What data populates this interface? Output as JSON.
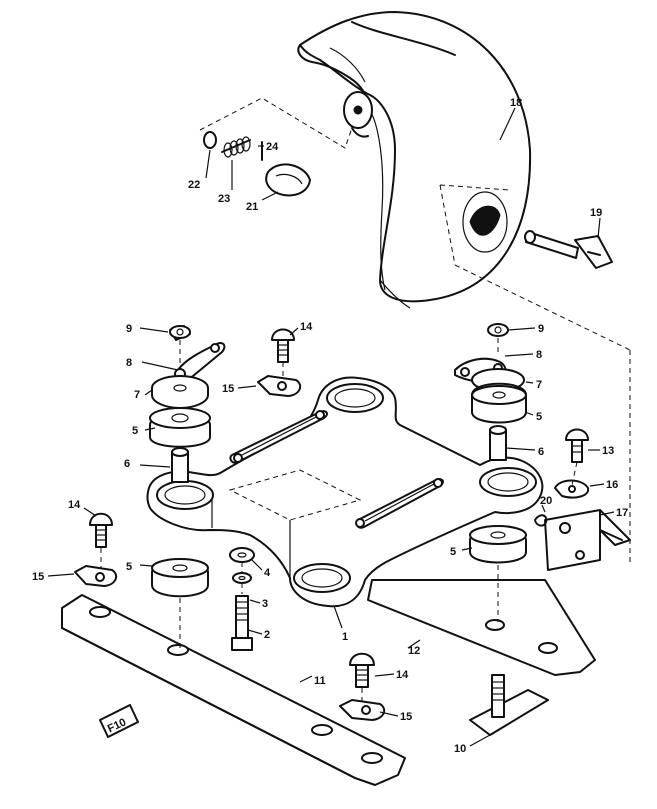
{
  "diagram": {
    "stamp": "F10",
    "callouts": [
      {
        "id": "c1",
        "text": "1"
      },
      {
        "id": "c2",
        "text": "2"
      },
      {
        "id": "c3",
        "text": "3"
      },
      {
        "id": "c4",
        "text": "4"
      },
      {
        "id": "c5a",
        "text": "5"
      },
      {
        "id": "c5b",
        "text": "5"
      },
      {
        "id": "c5c",
        "text": "5"
      },
      {
        "id": "c5d",
        "text": "5"
      },
      {
        "id": "c6a",
        "text": "6"
      },
      {
        "id": "c6b",
        "text": "6"
      },
      {
        "id": "c7a",
        "text": "7"
      },
      {
        "id": "c7b",
        "text": "7"
      },
      {
        "id": "c8a",
        "text": "8"
      },
      {
        "id": "c8b",
        "text": "8"
      },
      {
        "id": "c9a",
        "text": "9"
      },
      {
        "id": "c9b",
        "text": "9"
      },
      {
        "id": "c10",
        "text": "10"
      },
      {
        "id": "c11",
        "text": "11"
      },
      {
        "id": "c12",
        "text": "12"
      },
      {
        "id": "c13",
        "text": "13"
      },
      {
        "id": "c14a",
        "text": "14"
      },
      {
        "id": "c14b",
        "text": "14"
      },
      {
        "id": "c14c",
        "text": "14"
      },
      {
        "id": "c15a",
        "text": "15"
      },
      {
        "id": "c15b",
        "text": "15"
      },
      {
        "id": "c15c",
        "text": "15"
      },
      {
        "id": "c16",
        "text": "16"
      },
      {
        "id": "c17",
        "text": "17"
      },
      {
        "id": "c18",
        "text": "18"
      },
      {
        "id": "c19",
        "text": "19"
      },
      {
        "id": "c20",
        "text": "20"
      },
      {
        "id": "c21",
        "text": "21"
      },
      {
        "id": "c22",
        "text": "22"
      },
      {
        "id": "c23",
        "text": "23"
      },
      {
        "id": "c24",
        "text": "24"
      }
    ]
  }
}
